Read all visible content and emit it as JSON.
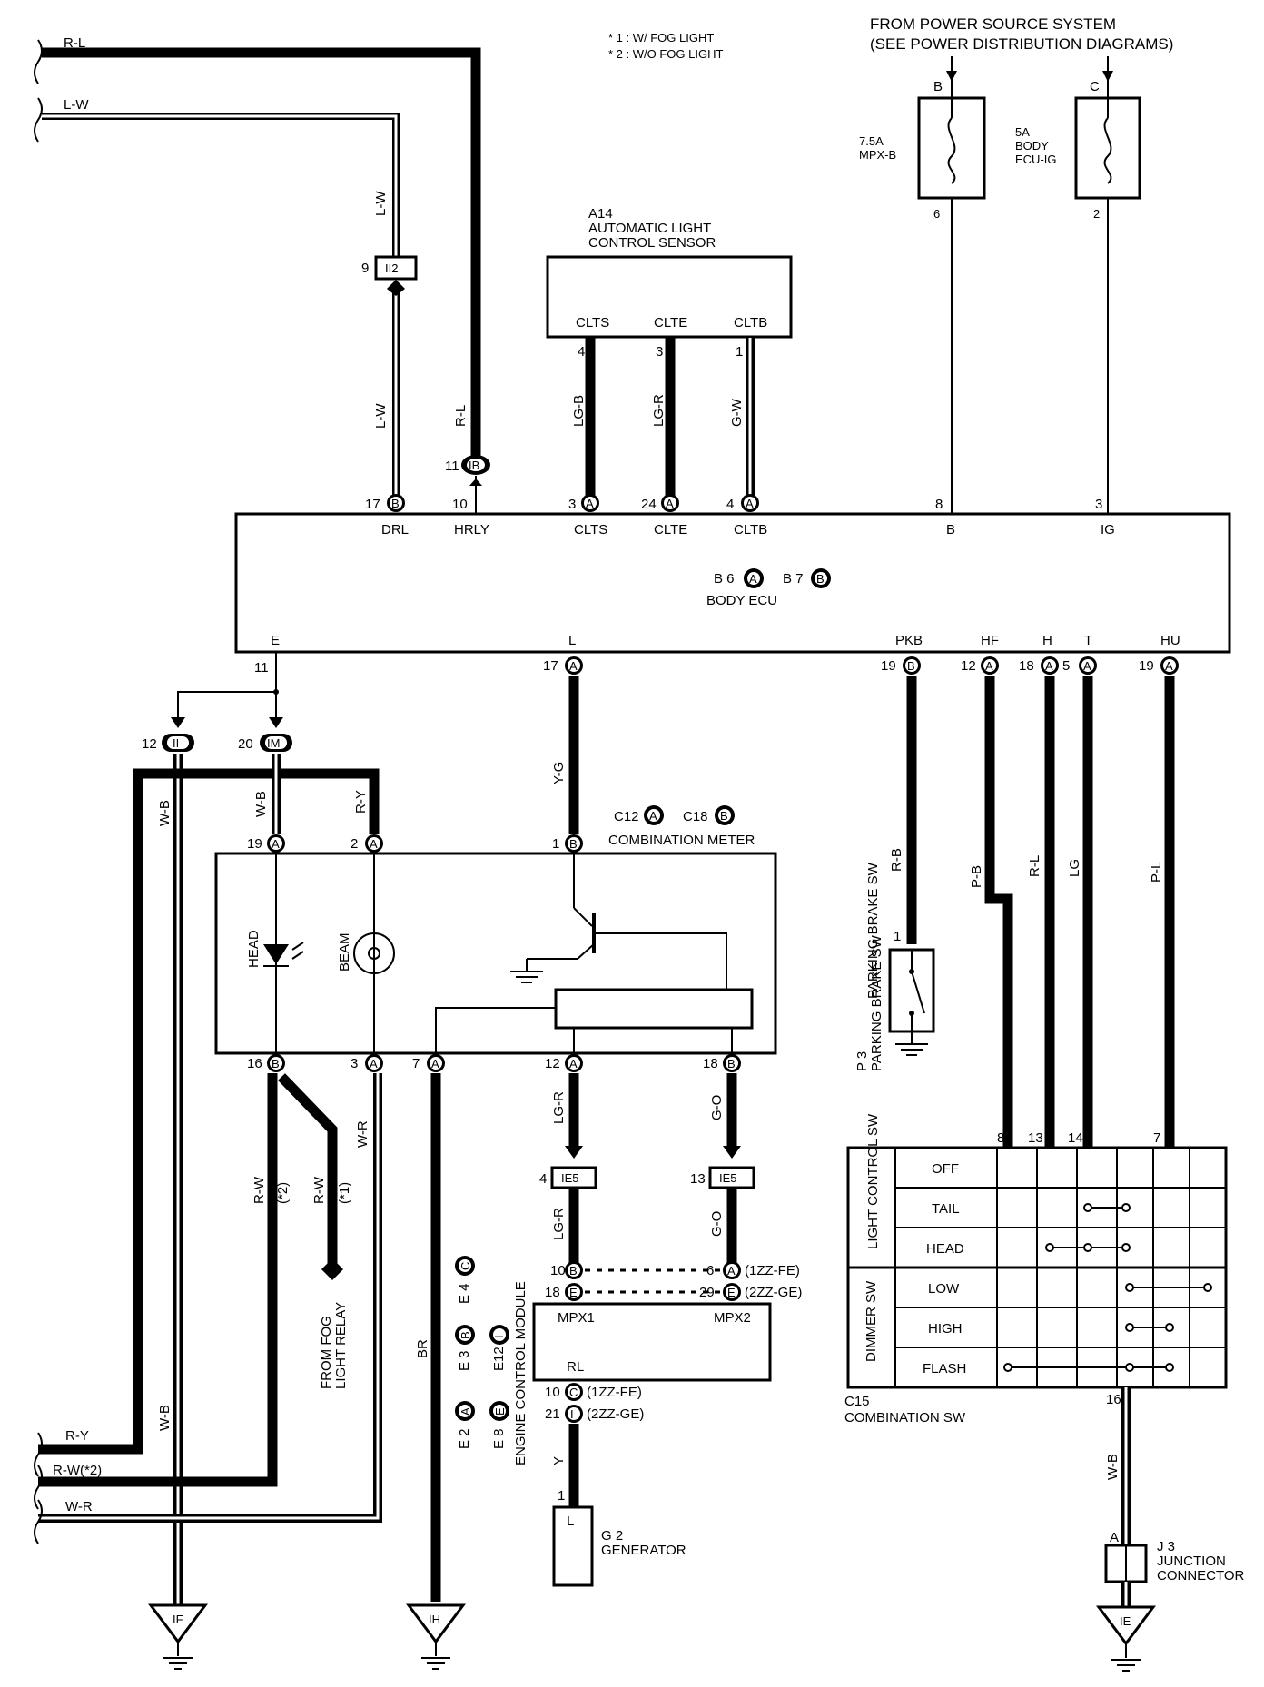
{
  "notes": {
    "n1": "* 1 : W/ FOG LIGHT",
    "n2": "* 2 : W/O FOG LIGHT"
  },
  "power_source": {
    "line1": "FROM POWER SOURCE SYSTEM",
    "line2": "(SEE POWER DISTRIBUTION DIAGRAMS)"
  },
  "fuses": {
    "mpxb": {
      "terminal_in": "B",
      "l1": "7.5A",
      "l2": "MPX-B",
      "pin": "6"
    },
    "bodyecu": {
      "terminal_in": "C",
      "l1": "5A",
      "l2": "BODY",
      "l3": "ECU-IG",
      "pin": "2"
    }
  },
  "left_wires": {
    "rl": "R-L",
    "lw": "L-W",
    "ry": "R-Y",
    "rw2": "R-W(*2)",
    "wr": "W-R"
  },
  "sensor": {
    "title1": "A14",
    "title2": "AUTOMATIC LIGHT",
    "title3": "CONTROL SENSOR",
    "pins": [
      "CLTS",
      "CLTE",
      "CLTB"
    ],
    "pin_nums": [
      "4",
      "3",
      "1"
    ],
    "wires": [
      "LG-B",
      "LG-R",
      "G-W"
    ]
  },
  "connector_i2": {
    "label": "II2",
    "pin": "9",
    "wire_top": "L-W",
    "wire_bottom": "L-W"
  },
  "connector_ib": {
    "label": "IB",
    "pin": "11",
    "wire": "R-L"
  },
  "ecu": {
    "name": "BODY ECU",
    "conn_a": "B 6",
    "conn_a_letter": "A",
    "conn_b": "B 7",
    "conn_b_letter": "B",
    "top_pins": [
      {
        "num": "17",
        "conn": "B",
        "label": "DRL"
      },
      {
        "num": "10",
        "conn": "",
        "label": "HRLY"
      },
      {
        "num": "3",
        "conn": "A",
        "label": "CLTS"
      },
      {
        "num": "24",
        "conn": "A",
        "label": "CLTE"
      },
      {
        "num": "4",
        "conn": "A",
        "label": "CLTB"
      },
      {
        "num": "8",
        "conn": "",
        "label": "B"
      },
      {
        "num": "3",
        "conn": "",
        "label": "IG"
      }
    ],
    "bottom_pins": [
      {
        "num": "11",
        "conn": "",
        "label": "E"
      },
      {
        "num": "17",
        "conn": "A",
        "label": "L"
      },
      {
        "num": "19",
        "conn": "B",
        "label": "PKB"
      },
      {
        "num": "12",
        "conn": "A",
        "label": "HF"
      },
      {
        "num": "18",
        "conn": "A",
        "label": "H"
      },
      {
        "num": "5",
        "conn": "A",
        "label": "T"
      },
      {
        "num": "19",
        "conn": "A",
        "label": "HU"
      }
    ]
  },
  "meter": {
    "name": "COMBINATION METER",
    "conn_a": "C12",
    "conn_a_letter": "A",
    "conn_b": "C18",
    "conn_b_letter": "B",
    "top_pins": [
      {
        "num": "19",
        "conn": "A",
        "wire": "W-B"
      },
      {
        "num": "2",
        "conn": "A",
        "wire": "R-Y"
      },
      {
        "num": "1",
        "conn": "B",
        "wire": "Y-G"
      }
    ],
    "bottom_pins": [
      {
        "num": "16",
        "conn": "B"
      },
      {
        "num": "3",
        "conn": "A"
      },
      {
        "num": "7",
        "conn": "A"
      },
      {
        "num": "12",
        "conn": "A"
      },
      {
        "num": "18",
        "conn": "B"
      }
    ],
    "head": "HEAD",
    "beam": "BEAM"
  },
  "ground_connectors": {
    "ii": {
      "num": "12",
      "label": "II"
    },
    "im": {
      "num": "20",
      "label": "IM"
    }
  },
  "lower_wires": {
    "wb_left": "W-B",
    "rw2": "R-W",
    "rw2_note": "(*2)",
    "rw1": "R-W",
    "rw1_note": "(*1)",
    "wr": "W-R",
    "br": "BR",
    "lgr_top": "LG-R",
    "go_top": "G-O",
    "lgr_bot": "LG-R",
    "go_bot": "G-O",
    "y": "Y"
  },
  "fog_relay": {
    "l1": "FROM FOG",
    "l2": "LIGHT RELAY"
  },
  "ie5": {
    "label": "IE5",
    "pin_left": "4",
    "pin_right": "13"
  },
  "ecm": {
    "name": "ENGINE CONTROL MODULE",
    "mpx1": "MPX1",
    "mpx2": "MPX2",
    "rl": "RL",
    "p10": "10",
    "p10c": "B",
    "p18": "18",
    "p18c": "E",
    "p6": "6",
    "p6c": "A",
    "p6note": "(1ZZ-FE)",
    "p29": "29",
    "p29c": "E",
    "p29note": "(2ZZ-GE)",
    "rl1": "10",
    "rl1c": "C",
    "rl1note": "(1ZZ-FE)",
    "rl2": "21",
    "rl2c": "I",
    "rl2note": "(2ZZ-GE)",
    "conns": [
      {
        "name": "E 4",
        "letter": "C"
      },
      {
        "name": "E 3",
        "letter": "B"
      },
      {
        "name": "E12",
        "letter": "I"
      },
      {
        "name": "E 2",
        "letter": "A"
      },
      {
        "name": "E 8",
        "letter": "E"
      }
    ]
  },
  "generator": {
    "id": "G 2",
    "name": "GENERATOR",
    "pin": "1",
    "label": "L"
  },
  "parking": {
    "wire": "R-B",
    "pin": "1",
    "id": "P 3",
    "name": "PARKING BRAKE SW",
    "sw": "PARKING BRAKE SW"
  },
  "combo_sw": {
    "id": "C15",
    "name": "COMBINATION SW",
    "pins": [
      "8",
      "13",
      "14",
      "7"
    ],
    "wires": [
      "P-B",
      "R-L",
      "LG",
      "P-L"
    ],
    "group1": "LIGHT CONTROL SW",
    "group2": "DIMMER SW",
    "rows": [
      "OFF",
      "TAIL",
      "HEAD",
      "LOW",
      "HIGH",
      "FLASH"
    ],
    "out_pin": "16",
    "out_wire": "W-B"
  },
  "junction": {
    "pin": "A",
    "id": "J 3",
    "l1": "JUNCTION",
    "l2": "CONNECTOR"
  },
  "grounds": {
    "if": "IF",
    "ih": "IH",
    "ie": "IE"
  }
}
